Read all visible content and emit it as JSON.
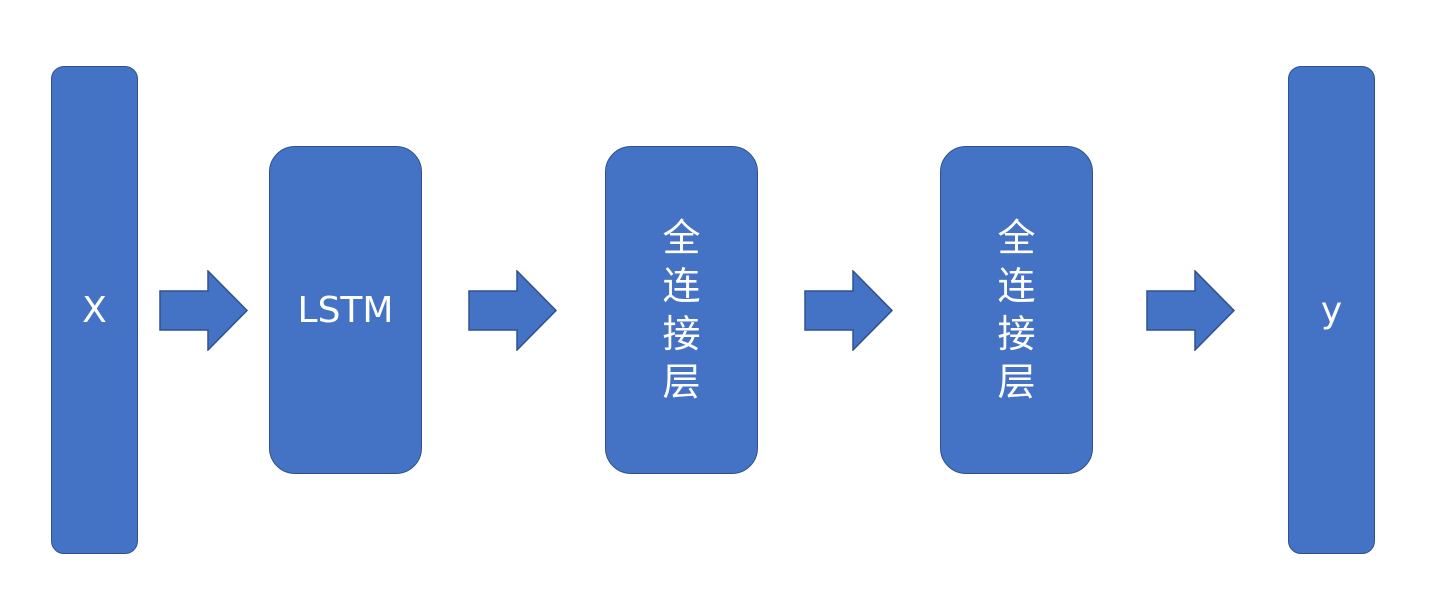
{
  "colors": {
    "block_fill": "#4472c4",
    "block_border": "#2f528f",
    "text": "#ffffff"
  },
  "nodes": {
    "input": "X",
    "lstm": "LSTM",
    "fc1": "全连接层",
    "fc2": "全连接层",
    "output": "y"
  }
}
